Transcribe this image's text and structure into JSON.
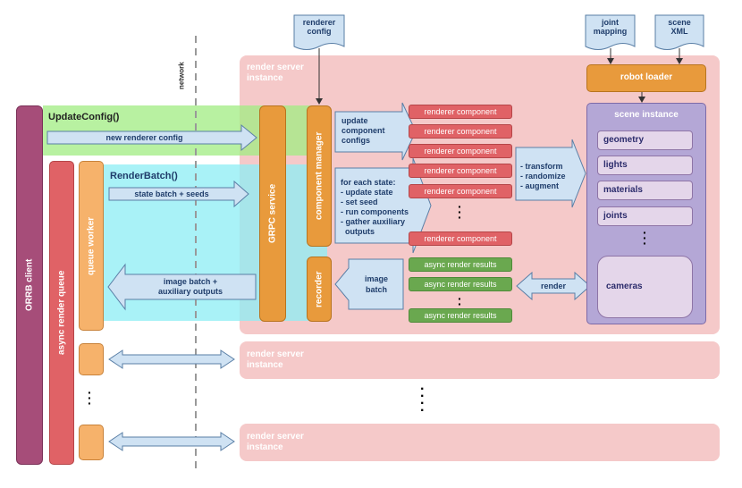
{
  "inputs": {
    "renderer_config": "renderer\nconfig",
    "joint_mapping": "joint\nmapping",
    "scene_xml": "scene\nXML"
  },
  "network_label": "network",
  "client": {
    "orrb_client": "ORRB client",
    "async_render_queue": "async render queue",
    "queue_worker": "queue worker"
  },
  "calls": {
    "update_config": "UpdateConfig()",
    "new_renderer_config": "new renderer config",
    "render_batch": "RenderBatch()",
    "state_batch_seeds": "state batch + seeds",
    "image_batch_auxiliary": "image batch +\nauxiliary outputs"
  },
  "server": {
    "title": "render server\ninstance",
    "grpc_service": "GRPC service",
    "component_manager": "component manager",
    "recorder": "recorder",
    "update_component_configs": "update\ncomponent\nconfigs",
    "for_each_state": "for each state:\n- update state\n- set seed\n- run components\n- gather auxiliary\n  outputs",
    "image_batch": "image\nbatch",
    "transform_steps": "- transform\n- randomize\n- augment",
    "render": "render",
    "renderer_component": "renderer component",
    "async_render_results": "async render results",
    "robot_loader": "robot loader",
    "scene_instance": "scene instance",
    "scene_items": [
      "geometry",
      "lights",
      "materials",
      "joints",
      "cameras"
    ]
  },
  "colors": {
    "server_bg": "#f5c9c9",
    "green_panel": "#b7f0a2",
    "cyan_panel": "#a6f2f6",
    "orange": "#e89a3c",
    "red_component": "#e06266",
    "green_result": "#6aa84f",
    "scene_purple": "#b4a7d6",
    "client_purple": "#a64d79"
  }
}
